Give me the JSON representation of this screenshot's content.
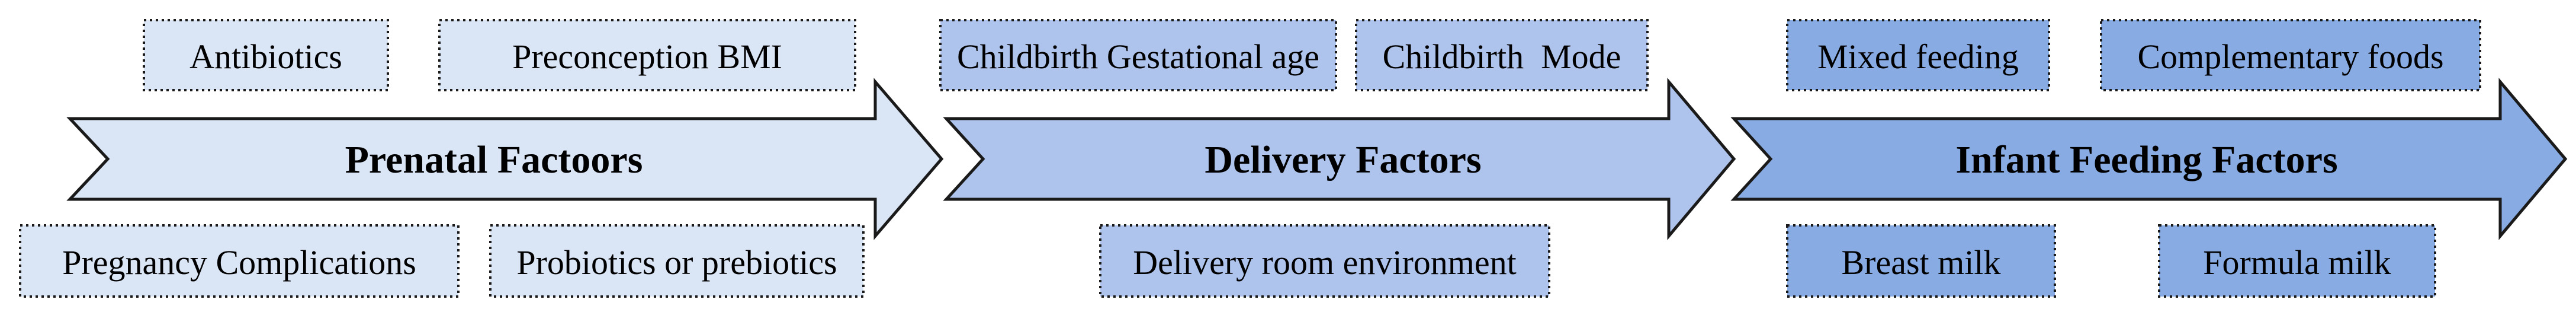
{
  "colors": {
    "prenatal_fill": "#dae5f5",
    "delivery_fill": "#aec4ec",
    "infant_fill": "#87abe2",
    "stroke": "#1a1a1a",
    "text": "#000000"
  },
  "stages": [
    {
      "title": "Prenatal Factoors",
      "top_factors": [
        "Antibiotics",
        "Preconception BMI"
      ],
      "bottom_factors": [
        "Pregnancy Complications",
        "Probiotics or prebiotics"
      ]
    },
    {
      "title": "Delivery Factors",
      "top_factors": [
        "Childbirth Gestational age",
        "Childbirth  Mode"
      ],
      "bottom_factors": [
        "Delivery room environment"
      ]
    },
    {
      "title": "Infant Feeding Factors",
      "top_factors": [
        "Mixed feeding",
        "Complementary foods"
      ],
      "bottom_factors": [
        "Breast milk",
        "Formula milk"
      ]
    }
  ]
}
